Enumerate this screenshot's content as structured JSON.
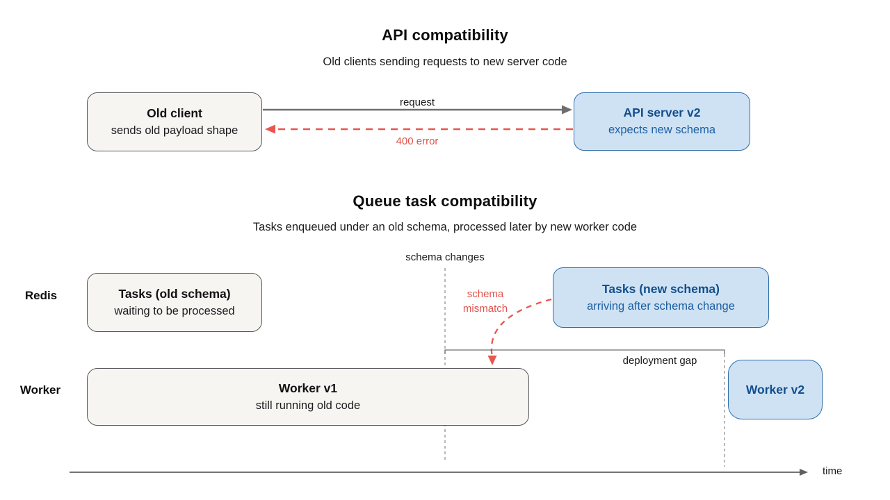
{
  "sections": {
    "api": {
      "title": "API compatibility",
      "subtitle": "Old clients sending requests to new server code",
      "client_box": {
        "title": "Old client",
        "subtitle": "sends old payload shape"
      },
      "server_box": {
        "title": "API server v2",
        "subtitle": "expects new schema"
      },
      "request_label": "request",
      "error_label": "400 error"
    },
    "queue": {
      "title": "Queue task compatibility",
      "subtitle": "Tasks enqueued under an old schema, processed later by new worker code",
      "schema_changes_label": "schema changes",
      "schema_mismatch_label": "schema\nmismatch",
      "deployment_gap_label": "deployment gap",
      "time_label": "time",
      "rows": [
        {
          "label": "Redis"
        },
        {
          "label": "Worker"
        }
      ],
      "old_tasks_box": {
        "title": "Tasks (old schema)",
        "subtitle": "waiting to be processed"
      },
      "new_tasks_box": {
        "title": "Tasks (new schema)",
        "subtitle": "arriving after schema change"
      },
      "worker_v1_box": {
        "title": "Worker v1",
        "subtitle": "still running old code"
      },
      "worker_v2_box": {
        "title": "Worker v2"
      }
    }
  },
  "colors": {
    "box_gray_fill": "#f6f5f2",
    "box_gray_border": "#55565a",
    "box_blue_fill": "#cfe2f4",
    "box_blue_border": "#2e6da6",
    "blue_text": "#134f8c",
    "error_red": "#e8564e",
    "arrow_gray": "#6e6e6e"
  }
}
